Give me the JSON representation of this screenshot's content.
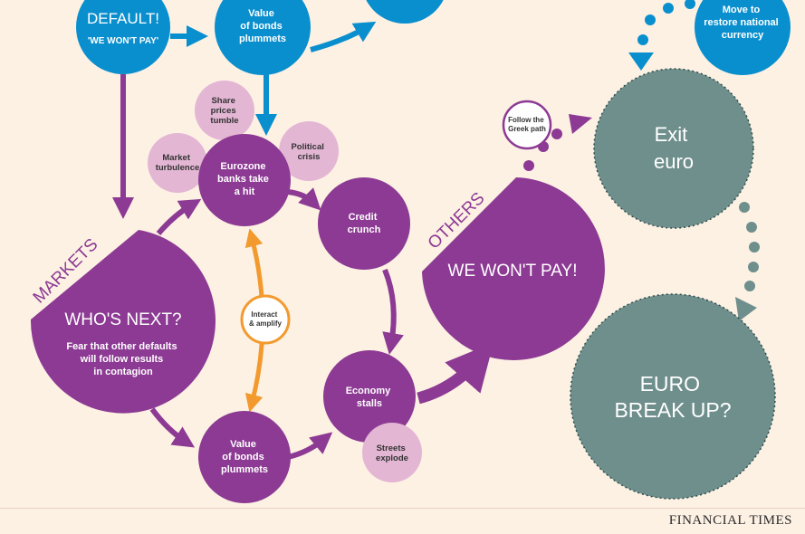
{
  "nodes": {
    "default": {
      "title": "DEFAULT!",
      "sub": "'WE WON'T PAY'"
    },
    "bonds_top": {
      "lines": [
        "Value",
        "of bonds",
        "plummets"
      ]
    },
    "move_currency": {
      "lines": [
        "Move to",
        "restore national",
        "currency"
      ]
    },
    "share_prices": {
      "lines": [
        "Share",
        "prices",
        "tumble"
      ]
    },
    "market_turbulence": {
      "lines": [
        "Market",
        "turbulence"
      ]
    },
    "eurozone_banks": {
      "lines": [
        "Eurozone",
        "banks take",
        "a hit"
      ]
    },
    "political_crisis": {
      "lines": [
        "Political",
        "crisis"
      ]
    },
    "credit_crunch": {
      "lines": [
        "Credit",
        "crunch"
      ]
    },
    "interact": {
      "lines": [
        "Interact",
        "& amplify"
      ]
    },
    "markets_label": "MARKETS",
    "whos_next": {
      "title": "WHO'S NEXT?",
      "lines": [
        "Fear that other defaults",
        "will follow results",
        "in contagion"
      ]
    },
    "others_label": "OTHERS",
    "we_wont_pay": "WE WON'T PAY!",
    "follow_greek": {
      "lines": [
        "Follow the",
        "Greek path"
      ]
    },
    "exit_euro": {
      "lines": [
        "Exit",
        "euro"
      ]
    },
    "euro_breakup": {
      "lines": [
        "EURO",
        "BREAK UP?"
      ]
    },
    "economy_stalls": {
      "lines": [
        "Economy",
        "stalls"
      ]
    },
    "streets_explode": {
      "lines": [
        "Streets",
        "explode"
      ]
    },
    "bonds_bottom": {
      "lines": [
        "Value",
        "of bonds",
        "plummets"
      ]
    }
  },
  "footer": "FINANCIAL TIMES",
  "colors": {
    "background": "#fdf1e4",
    "blue": "#0a8fce",
    "purple": "#8c3a93",
    "pink": "#e3b6d4",
    "orange": "#f29a2e",
    "grey": "#6f8f8d"
  }
}
